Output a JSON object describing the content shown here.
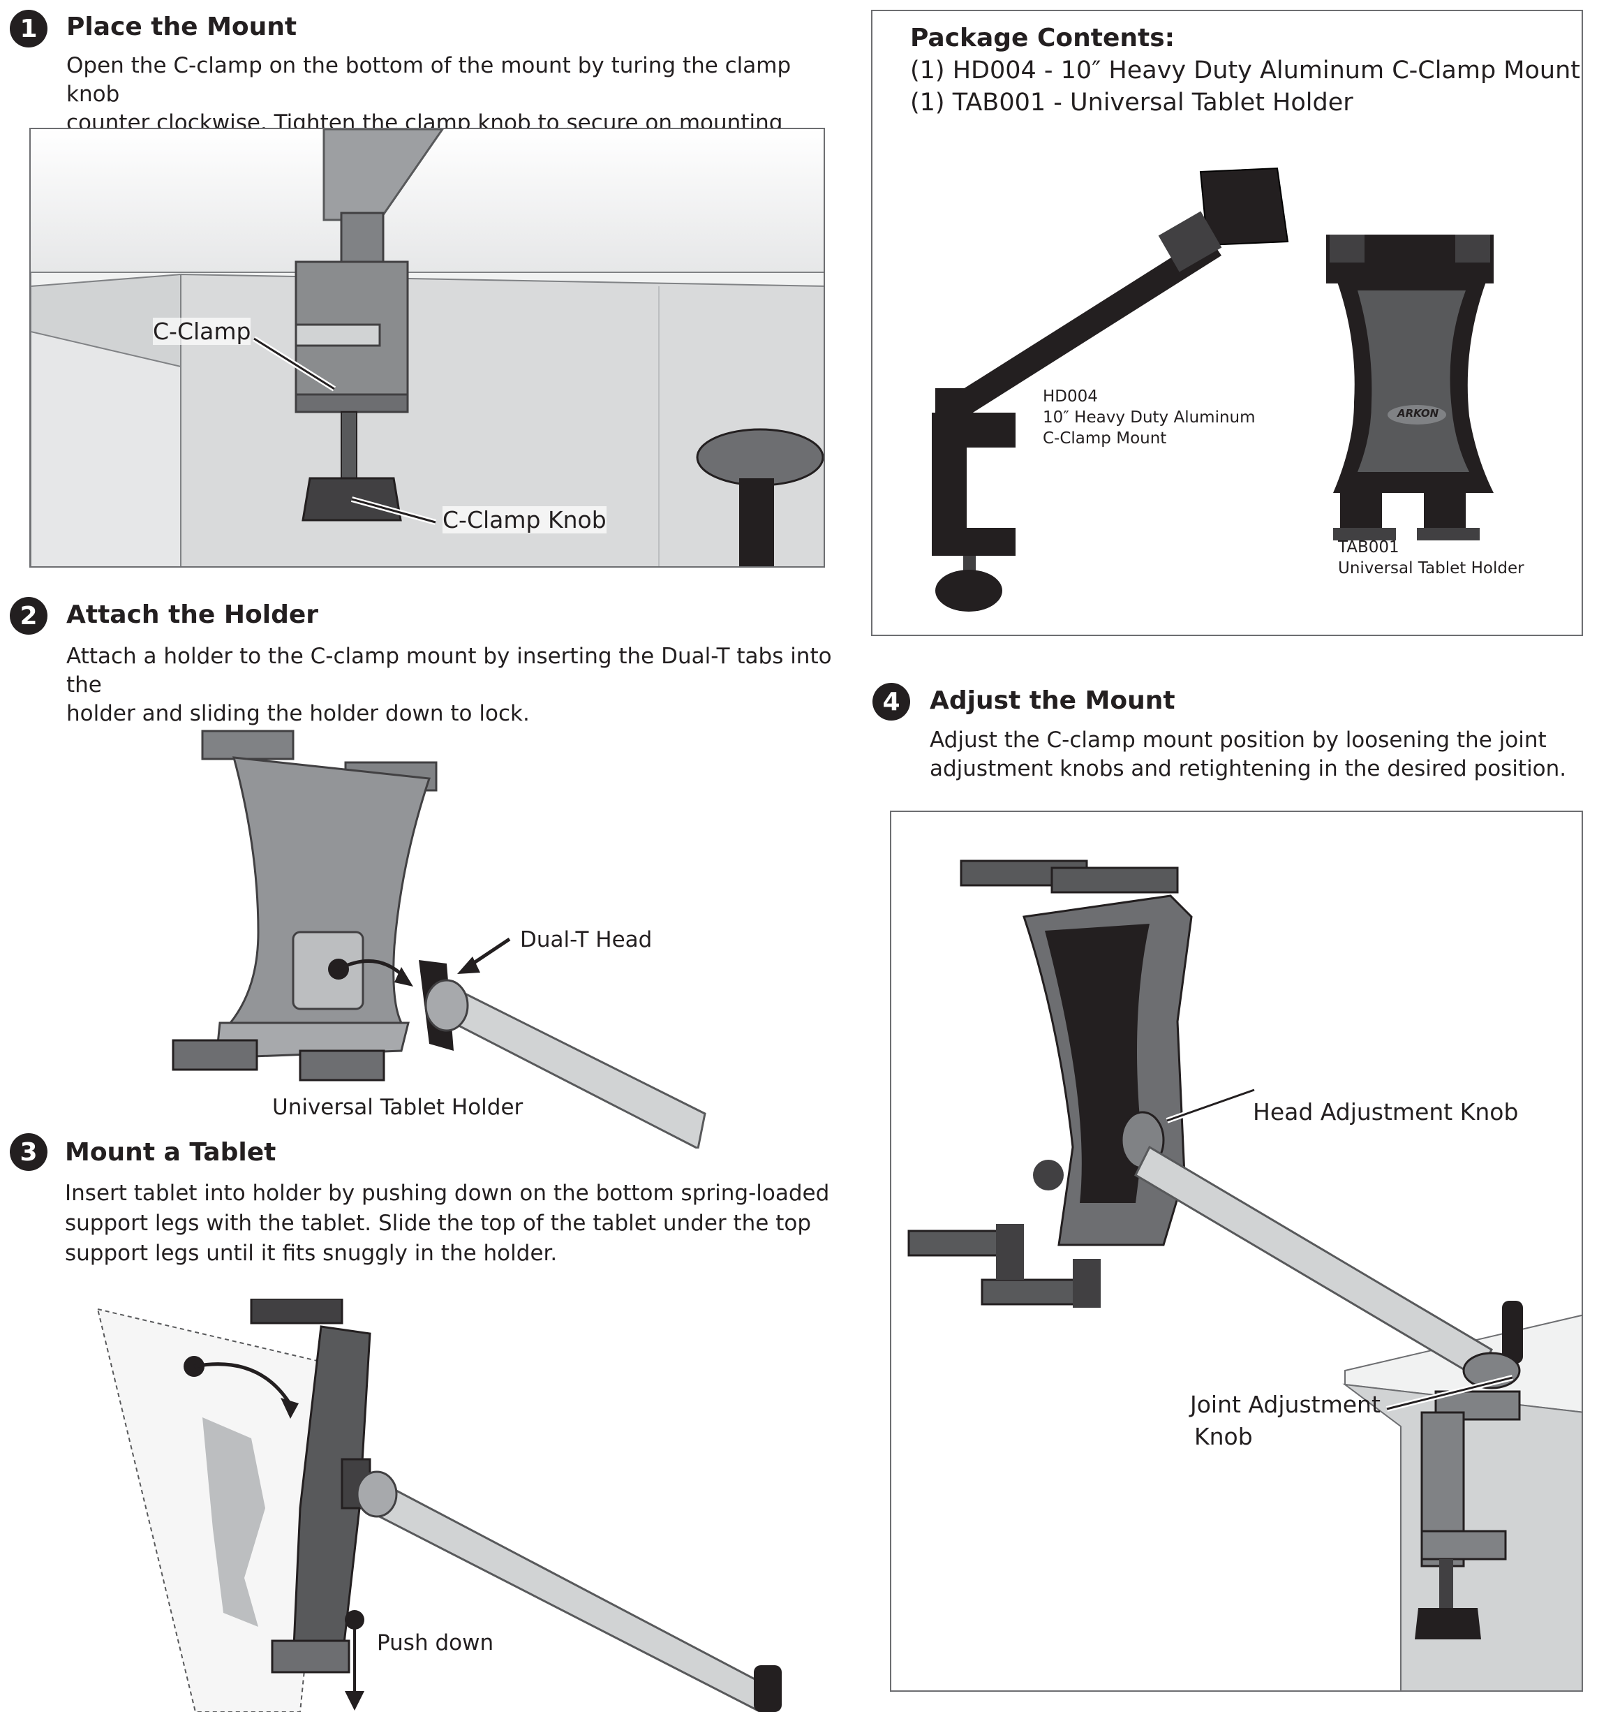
{
  "step1": {
    "number": "1",
    "title": "Place the Mount",
    "text_lines": [
      "Open the C-clamp on the bottom of the mount by turing the clamp knob",
      "counter clockwise. Tighten the clamp knob to secure on mounting area."
    ],
    "callouts": {
      "clamp": "C-Clamp",
      "knob": "C-Clamp Knob"
    }
  },
  "package": {
    "heading": "Package Contents:",
    "lines": [
      "(1) HD004 - 10″ Heavy Duty Aluminum C-Clamp Mount",
      "(1) TAB001 - Universal Tablet Holder"
    ],
    "hd_label": [
      "HD004",
      "10″ Heavy Duty Aluminum",
      "C-Clamp Mount"
    ],
    "tab_label": [
      "TAB001",
      "Universal Tablet Holder"
    ],
    "brand": "ARKON"
  },
  "step2": {
    "number": "2",
    "title": "Attach the Holder",
    "text_lines": [
      "Attach a holder to the C-clamp mount by inserting the Dual-T tabs into the",
      "holder and sliding the holder down to lock."
    ],
    "callouts": {
      "head": "Dual-T Head",
      "holder": "Universal Tablet Holder"
    }
  },
  "step3": {
    "number": "3",
    "title": "Mount a Tablet",
    "text_lines": [
      "Insert tablet into holder by pushing down on the bottom spring-loaded",
      "support legs with the tablet. Slide the top of the tablet under the top",
      "support legs until it fits snuggly in the holder."
    ],
    "callouts": {
      "push": "Push down"
    }
  },
  "step4": {
    "number": "4",
    "title": "Adjust the Mount",
    "text_lines": [
      "Adjust the C-clamp mount position by loosening the joint",
      "adjustment knobs and retightening in the desired position."
    ],
    "callouts": {
      "head_knob": "Head Adjustment Knob",
      "joint_line1": "Joint Adjustment",
      "joint_line2": "Knob"
    }
  }
}
